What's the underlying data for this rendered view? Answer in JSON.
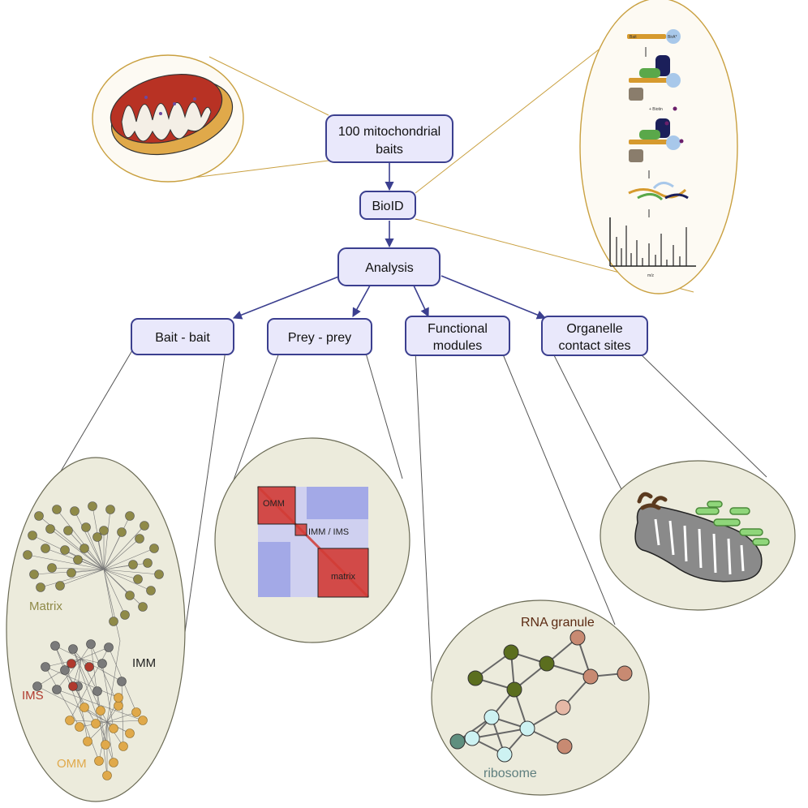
{
  "nodes": {
    "baits_line1": "100 mitochondrial",
    "baits_line2": "baits",
    "bioid": "BioID",
    "analysis": "Analysis",
    "bait_bait": "Bait - bait",
    "prey_prey": "Prey - prey",
    "functional_line1": "Functional",
    "functional_line2": "modules",
    "organelle_line1": "Organelle",
    "organelle_line2": "contact sites"
  },
  "bioid_schematic": {
    "bait": "Bait",
    "birA": "BirA*",
    "biotin": "+ Biotin",
    "mz": "m/z"
  },
  "bait_network": {
    "matrix": "Matrix",
    "ims": "IMS",
    "imm": "IMM",
    "omm": "OMM"
  },
  "heatmap": {
    "omm": "OMM",
    "imm_ims": "IMM / IMS",
    "matrix": "matrix"
  },
  "module_network": {
    "rna_granule": "RNA granule",
    "ribosome": "ribosome"
  },
  "colors": {
    "node_fill": "#e9e8fb",
    "node_stroke": "#3b3f8f",
    "matrix": "#8f8a48",
    "ims": "#b03a2e",
    "omm": "#e0a94a",
    "rna_granule": "#5b2a12",
    "ribosome": "#5f7f7f"
  }
}
